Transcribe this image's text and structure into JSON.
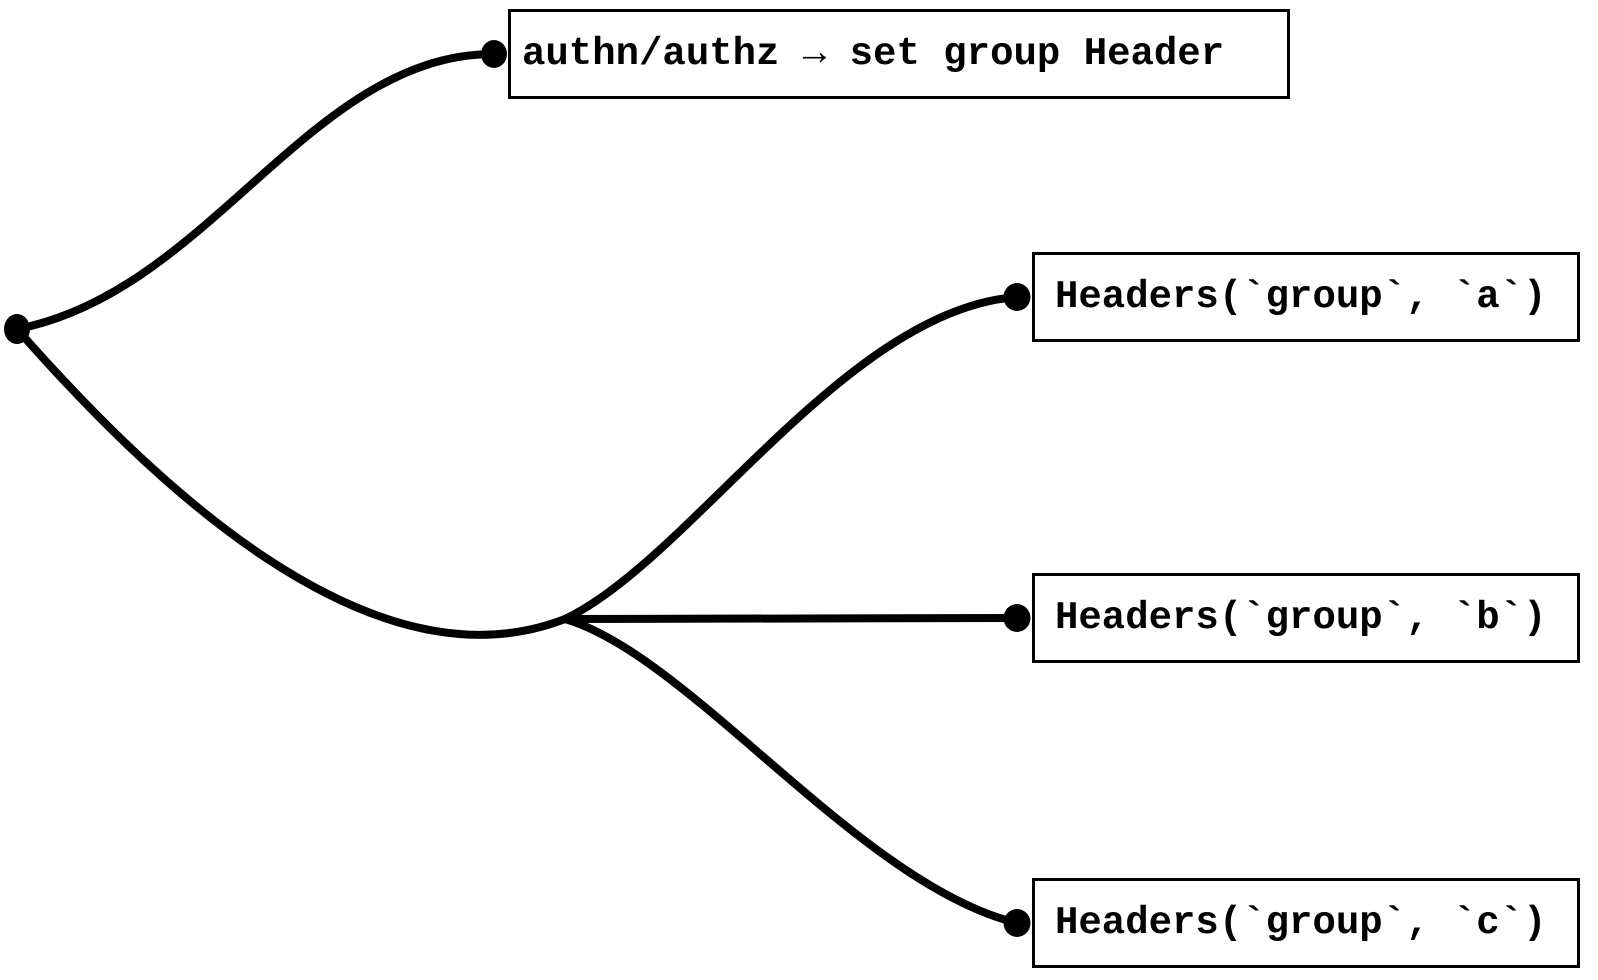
{
  "diagram": {
    "background_color": "#ffffff",
    "stroke_color": "#000000",
    "node_fill_color": "#ffffff",
    "root": {
      "type": "junction-dot"
    },
    "nodes": [
      {
        "id": "authn",
        "label": "authn/authz → set group Header"
      },
      {
        "id": "header-a",
        "label": "Headers(`group`, `a`)"
      },
      {
        "id": "header-b",
        "label": "Headers(`group`, `b`)"
      },
      {
        "id": "header-c",
        "label": "Headers(`group`, `c`)"
      }
    ],
    "edges": [
      {
        "from": "root",
        "to": "authn"
      },
      {
        "from": "root",
        "to": "branch-junction"
      },
      {
        "from": "branch-junction",
        "to": "header-a"
      },
      {
        "from": "branch-junction",
        "to": "header-b"
      },
      {
        "from": "branch-junction",
        "to": "header-c"
      }
    ]
  }
}
